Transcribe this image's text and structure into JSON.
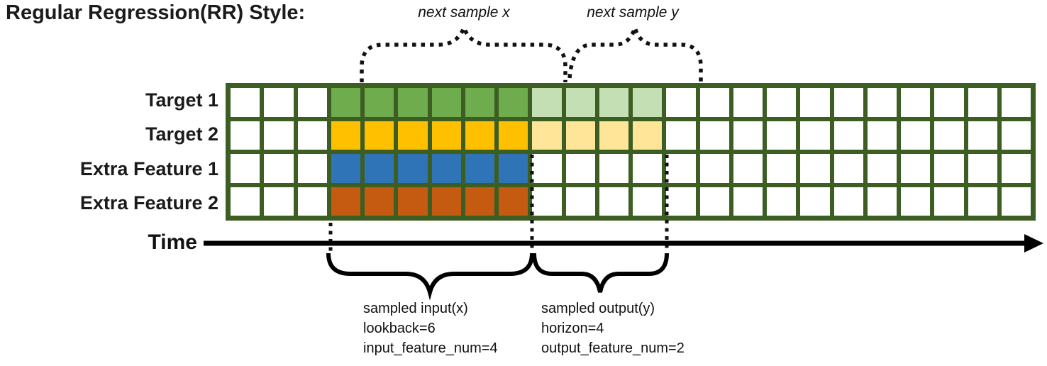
{
  "title": "Regular Regression(RR) Style:",
  "colors": {
    "grid_line": "#3C5E23",
    "cell_empty": "#FFFFFF",
    "target1_input": "#6FAC4D",
    "target1_output": "#C5DFB4",
    "target2_input": "#FFC000",
    "target2_output": "#FFE598",
    "extra1_input": "#2F74B6",
    "extra2_input": "#C55A11",
    "annotation": "#111111"
  },
  "grid": {
    "num_columns": 24,
    "empty_leading_columns": 3,
    "lookback": 6,
    "horizon": 4,
    "rows": [
      {
        "label": "Target 1",
        "input_color": "target1_input",
        "output_color": "target1_output"
      },
      {
        "label": "Target 2",
        "input_color": "target2_input",
        "output_color": "target2_output"
      },
      {
        "label": "Extra Feature 1",
        "input_color": "extra1_input",
        "output_color": null
      },
      {
        "label": "Extra Feature 2",
        "input_color": "extra2_input",
        "output_color": null
      }
    ]
  },
  "annotations": {
    "next_sample_x": "next sample x",
    "next_sample_y": "next sample y",
    "time_label": "Time",
    "input_block": {
      "line1": "sampled input(x)",
      "line2": "lookback=6",
      "line3": "input_feature_num=4"
    },
    "output_block": {
      "line1": "sampled output(y)",
      "line2": "horizon=4",
      "line3": "output_feature_num=2"
    }
  }
}
